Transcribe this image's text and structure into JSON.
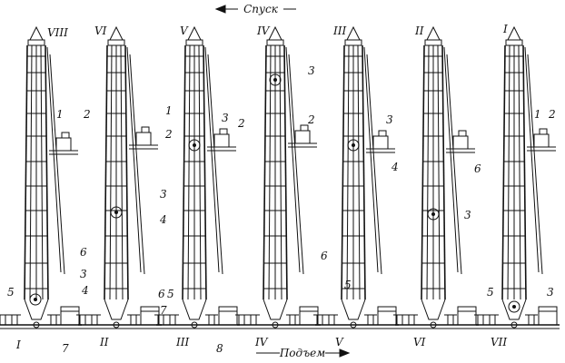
{
  "header": {
    "top_label": "Спуск",
    "bottom_label": "Подъем"
  },
  "stages": [
    {
      "top_numeral": "VIII",
      "bottom_numeral": "I",
      "callouts": [
        "1",
        "2",
        "3",
        "4",
        "5",
        "6",
        "7"
      ]
    },
    {
      "top_numeral": "VI",
      "bottom_numeral": "II",
      "callouts": [
        "1",
        "2",
        "3",
        "4",
        "6",
        "7"
      ]
    },
    {
      "top_numeral": "V",
      "bottom_numeral": "III",
      "callouts": [
        "2",
        "3",
        "5",
        "8"
      ]
    },
    {
      "top_numeral": "IV",
      "bottom_numeral": "IV",
      "callouts": [
        "2",
        "3"
      ]
    },
    {
      "top_numeral": "III",
      "bottom_numeral": "V",
      "callouts": [
        "3",
        "4",
        "5",
        "6"
      ]
    },
    {
      "top_numeral": "II",
      "bottom_numeral": "VI",
      "callouts": [
        "3"
      ]
    },
    {
      "top_numeral": "I",
      "bottom_numeral": "VII",
      "callouts": [
        "1",
        "2",
        "3",
        "5",
        "6"
      ]
    }
  ]
}
